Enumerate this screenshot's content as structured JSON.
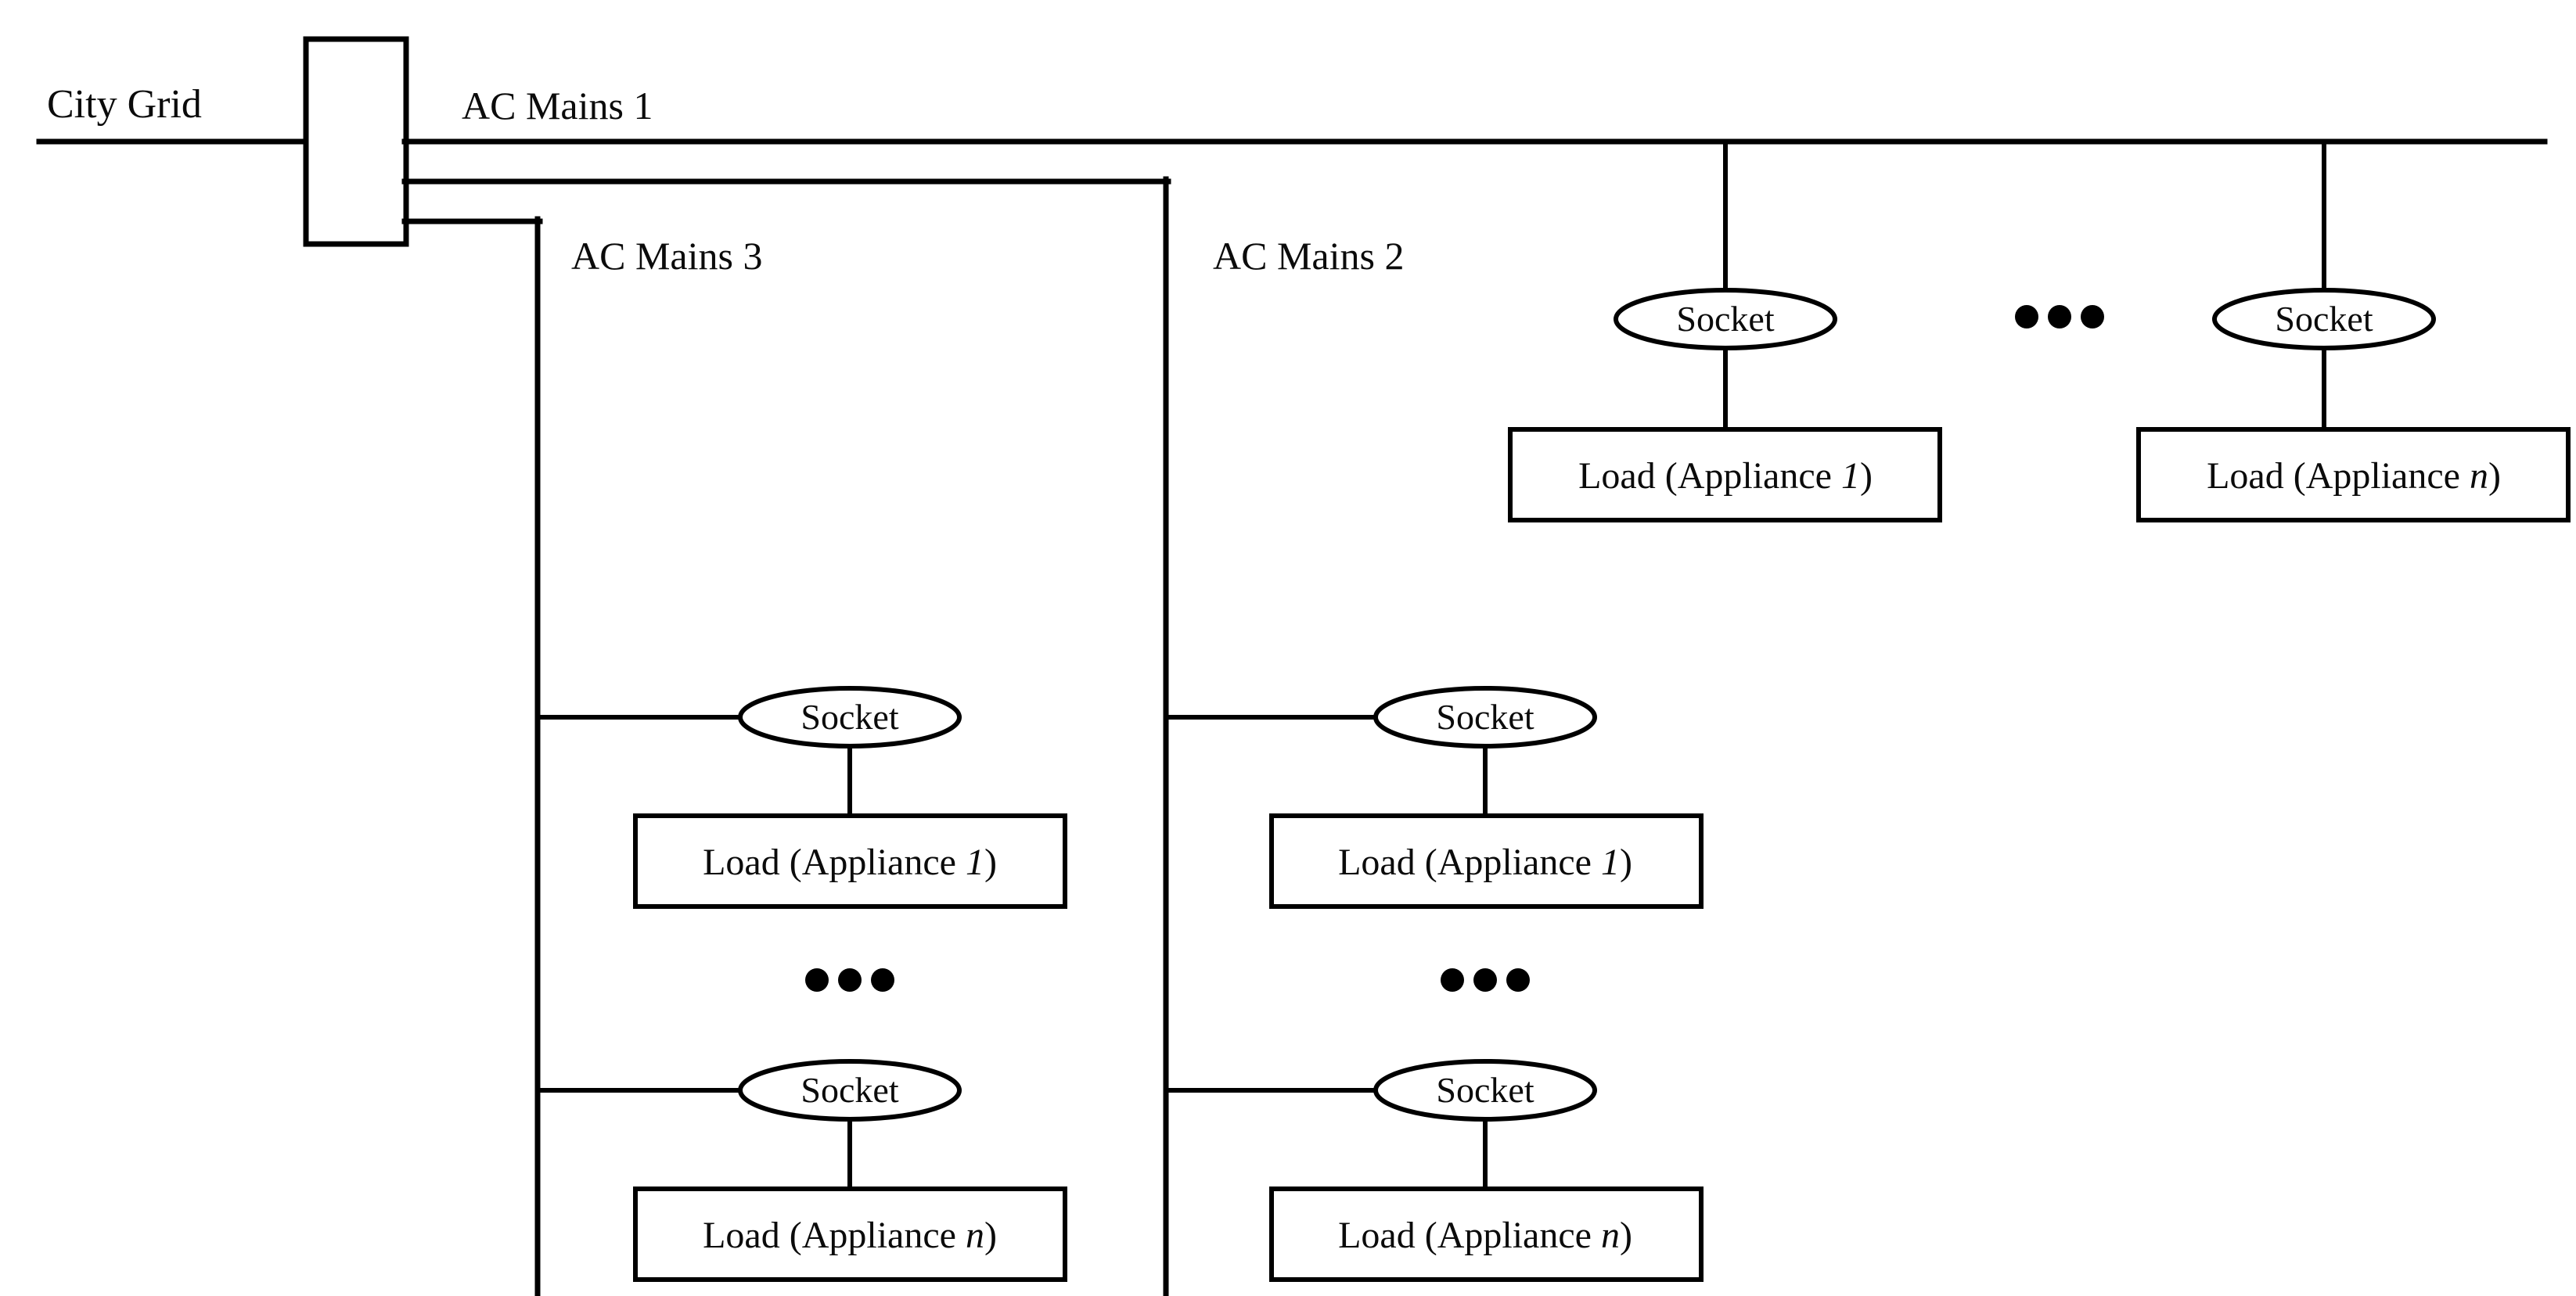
{
  "diagram": {
    "type": "electrical-distribution-tree",
    "source_label": "City Grid",
    "distribution_box": {
      "label": ""
    },
    "branches": [
      {
        "id": "ac-mains-1",
        "label": "AC Mains 1",
        "orientation": "horizontal",
        "sockets": [
          {
            "label": "Socket",
            "load": "Load (Appliance ",
            "load_index": "1",
            "load_suffix": ")",
            "index_italic": false
          },
          {
            "label": "Socket",
            "load": "Load (Appliance ",
            "load_index": "n",
            "load_suffix": ")",
            "index_italic": true
          }
        ],
        "ellipsis": "•••"
      },
      {
        "id": "ac-mains-2",
        "label": "AC Mains 2",
        "orientation": "vertical",
        "sockets": [
          {
            "label": "Socket",
            "load": "Load (Appliance ",
            "load_index": "1",
            "load_suffix": ")",
            "index_italic": false
          },
          {
            "label": "Socket",
            "load": "Load (Appliance ",
            "load_index": "n",
            "load_suffix": ")",
            "index_italic": true
          }
        ],
        "ellipsis": "•••"
      },
      {
        "id": "ac-mains-3",
        "label": "AC Mains 3",
        "orientation": "vertical",
        "sockets": [
          {
            "label": "Socket",
            "load": "Load (Appliance ",
            "load_index": "1",
            "load_suffix": ")",
            "index_italic": false
          },
          {
            "label": "Socket",
            "load": "Load (Appliance ",
            "load_index": "n",
            "load_suffix": ")",
            "index_italic": true
          }
        ],
        "ellipsis": "•••"
      }
    ],
    "colors": {
      "stroke": "#000000",
      "text": "#0b0b0b",
      "background": "#ffffff"
    }
  }
}
